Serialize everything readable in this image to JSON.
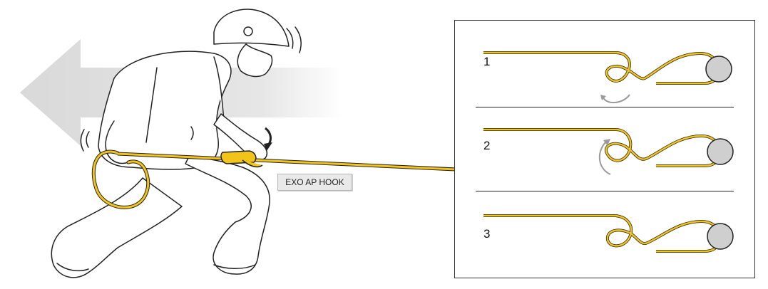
{
  "label": "EXO AP HOOK",
  "steps": [
    {
      "number": "1"
    },
    {
      "number": "2"
    },
    {
      "number": "3"
    }
  ],
  "colors": {
    "rope": "#f2c318",
    "rope_dark": "#c99a00",
    "arrow": "#dcdcdc",
    "line": "#222222",
    "anchor": "#cfcfcf",
    "rotation_arrow": "#9a9a9a"
  }
}
